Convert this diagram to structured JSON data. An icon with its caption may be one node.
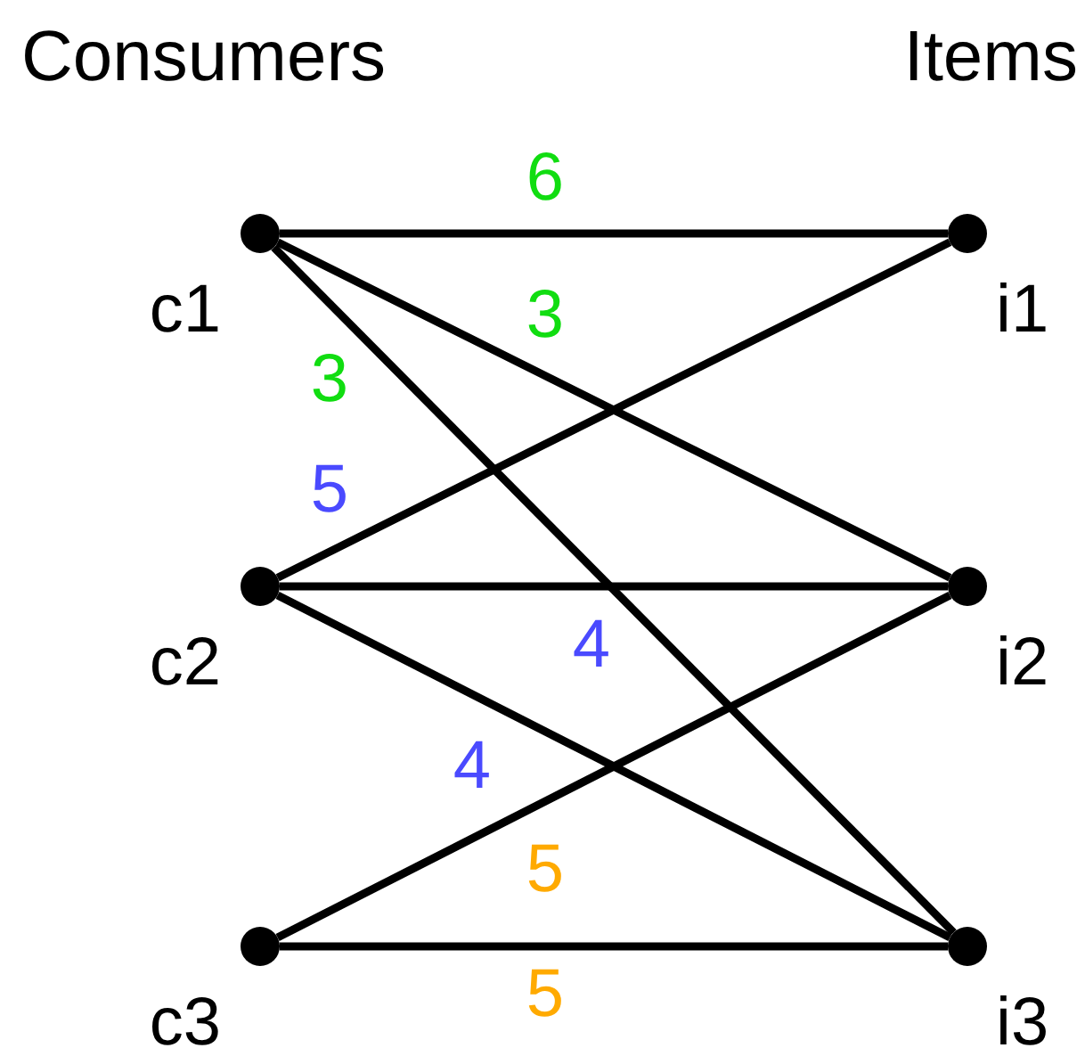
{
  "diagram": {
    "nodes": [
      {
        "text": [],
        "shape": "circle",
        "beside": [
          "c1"
        ]
      },
      {
        "text": [],
        "shape": "circle",
        "beside": [
          "c2"
        ]
      },
      {
        "text": [],
        "shape": "circle",
        "beside": [
          "c3"
        ]
      },
      {
        "text": [],
        "shape": "circle",
        "beside": [
          "i1"
        ]
      },
      {
        "text": [],
        "shape": "circle",
        "beside": [
          "i2"
        ]
      },
      {
        "text": [],
        "shape": "circle",
        "beside": [
          "i3"
        ]
      }
    ],
    "edges": [
      {
        "from": 0,
        "to": 3,
        "arrow": "none",
        "label": "6"
      },
      {
        "from": 0,
        "to": 4,
        "arrow": "none",
        "label": "3"
      },
      {
        "from": 0,
        "to": 5,
        "arrow": "none",
        "label": "3"
      },
      {
        "from": 1,
        "to": 3,
        "arrow": "none",
        "label": "5"
      },
      {
        "from": 1,
        "to": 4,
        "arrow": "none",
        "label": "4"
      },
      {
        "from": 1,
        "to": 5,
        "arrow": "none",
        "label": "4"
      },
      {
        "from": 2,
        "to": 4,
        "arrow": "none",
        "label": "5"
      },
      {
        "from": 2,
        "to": 5,
        "arrow": "none",
        "label": "5"
      }
    ],
    "labels": [
      "Consumers",
      "Items"
    ]
  }
}
